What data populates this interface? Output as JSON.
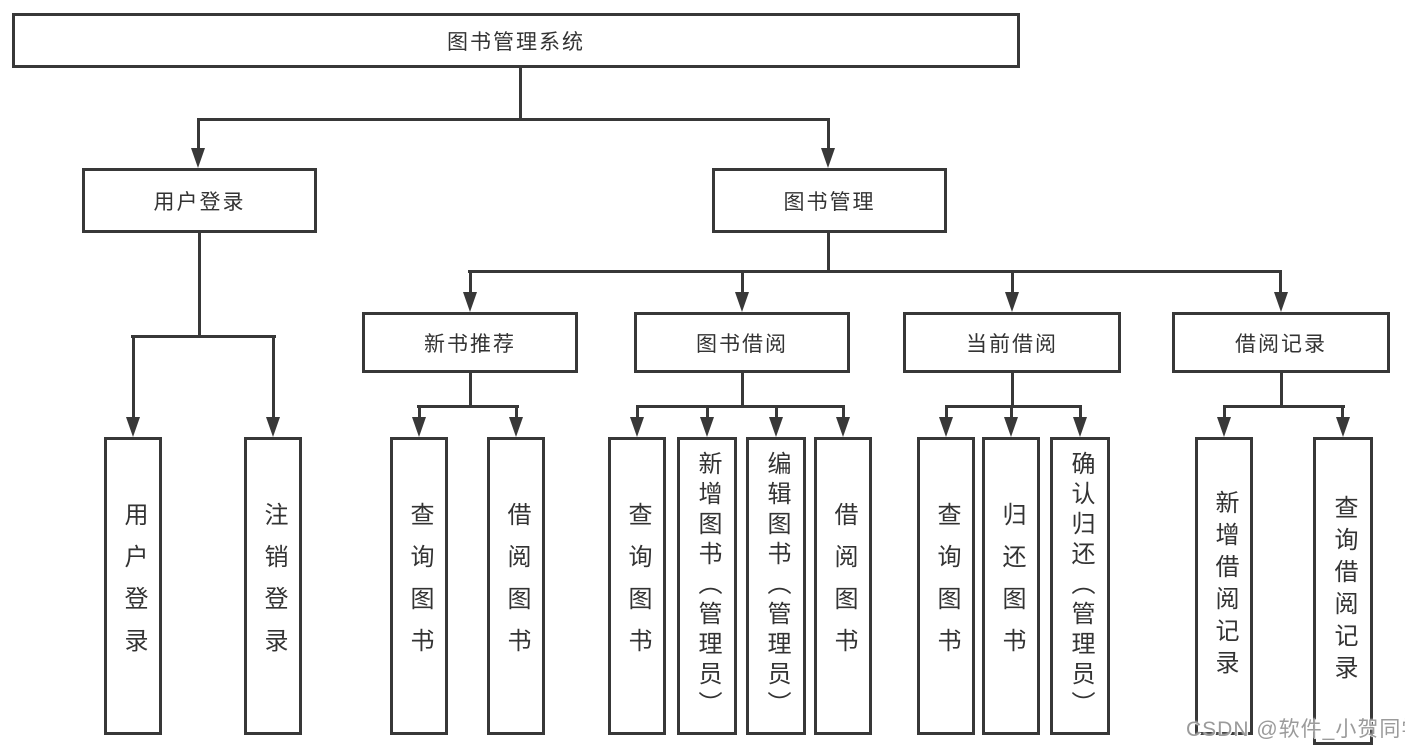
{
  "diagram": {
    "root": "图书管理系统",
    "branches": [
      {
        "label": "用户登录",
        "children": [
          "用户登录",
          "注销登录"
        ]
      },
      {
        "label": "图书管理",
        "sections": [
          {
            "label": "新书推荐",
            "children": [
              "查询图书",
              "借阅图书"
            ]
          },
          {
            "label": "图书借阅",
            "children": [
              "查询图书",
              "新增图书（管理员）",
              "编辑图书（管理员）",
              "借阅图书"
            ]
          },
          {
            "label": "当前借阅",
            "children": [
              "查询图书",
              "归还图书",
              "确认归还（管理员）"
            ]
          },
          {
            "label": "借阅记录",
            "children": [
              "新增借阅记录",
              "查询借阅记录"
            ]
          }
        ]
      }
    ]
  },
  "watermark": "CSDN @软件_小贺同学",
  "colors": {
    "line": "#383838",
    "text": "#333333",
    "watermark": "#9b9b9b",
    "background": "#ffffff"
  }
}
